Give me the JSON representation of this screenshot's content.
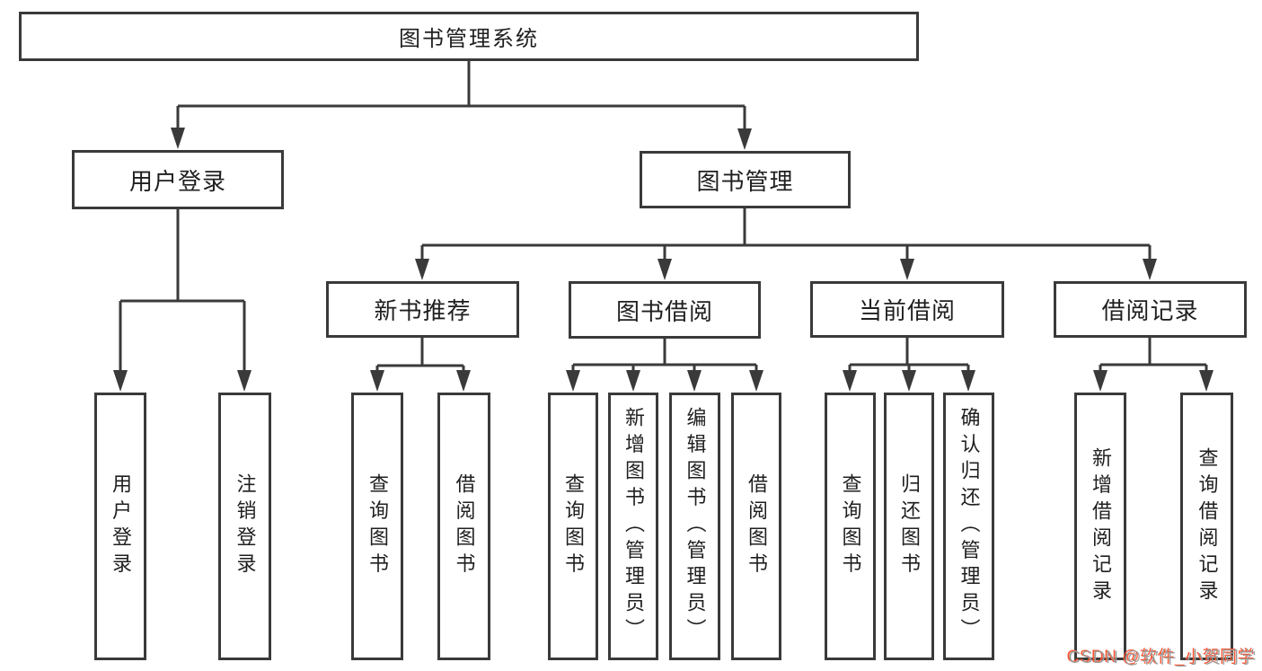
{
  "diagram": {
    "root": {
      "label": "图书管理系统"
    },
    "branches": [
      {
        "label": "用户登录",
        "children": [
          {
            "label": "用户登录"
          },
          {
            "label": "注销登录"
          }
        ]
      },
      {
        "label": "图书管理",
        "sections": [
          {
            "label": "新书推荐",
            "children": [
              {
                "label": "查询图书"
              },
              {
                "label": "借阅图书"
              }
            ]
          },
          {
            "label": "图书借阅",
            "children": [
              {
                "label": "查询图书"
              },
              {
                "label": "新增图书（管理员）"
              },
              {
                "label": "编辑图书（管理员）"
              },
              {
                "label": "借阅图书"
              }
            ]
          },
          {
            "label": "当前借阅",
            "children": [
              {
                "label": "查询图书"
              },
              {
                "label": "归还图书"
              },
              {
                "label": "确认归还（管理员）"
              }
            ]
          },
          {
            "label": "借阅记录",
            "children": [
              {
                "label": "新增借阅记录"
              },
              {
                "label": "查询借阅记录"
              }
            ]
          }
        ]
      }
    ]
  },
  "watermark": {
    "text": "CSDN @软件_小贺同学"
  },
  "colors": {
    "background": "#ffffff",
    "line": "#3a3a3a",
    "box_border": "#3a3a3a",
    "box_fill": "#ffffff",
    "text": "#1f1f1f",
    "watermark_text": "#9c9c9c",
    "watermark_shadow": "#fc5531"
  }
}
